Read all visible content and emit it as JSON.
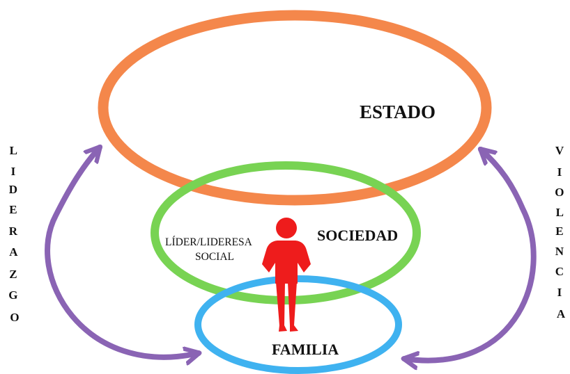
{
  "diagram": {
    "estado_label": "ESTADO",
    "sociedad_label": "SOCIEDAD",
    "familia_label": "FAMILIA",
    "leader_label_line1": "LÍDER/LIDERESA",
    "leader_label_line2": "SOCIAL",
    "left_vertical_text": "LIDERAZGO",
    "right_vertical_text": "VIOLENCIA",
    "colors": {
      "estado": "#f4874b",
      "sociedad": "#78d353",
      "familia": "#3fb2f0",
      "arrows": "#8a64b4",
      "person": "#ee1c1c"
    }
  }
}
